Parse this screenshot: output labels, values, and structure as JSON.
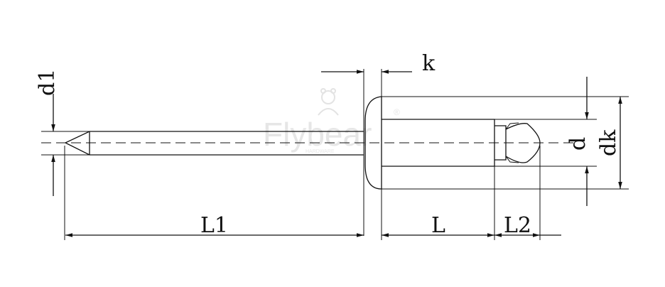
{
  "drawing": {
    "line_color": "#111111",
    "watermark_color": "#e6e6e6"
  },
  "labels": {
    "d1": "d1",
    "k": "k",
    "d": "d",
    "dk": "dk",
    "L1": "L1",
    "L": "L",
    "L2": "L2"
  },
  "watermark": {
    "brand": "Flybear",
    "registered": "®",
    "subtitle": "HARDWARE"
  }
}
